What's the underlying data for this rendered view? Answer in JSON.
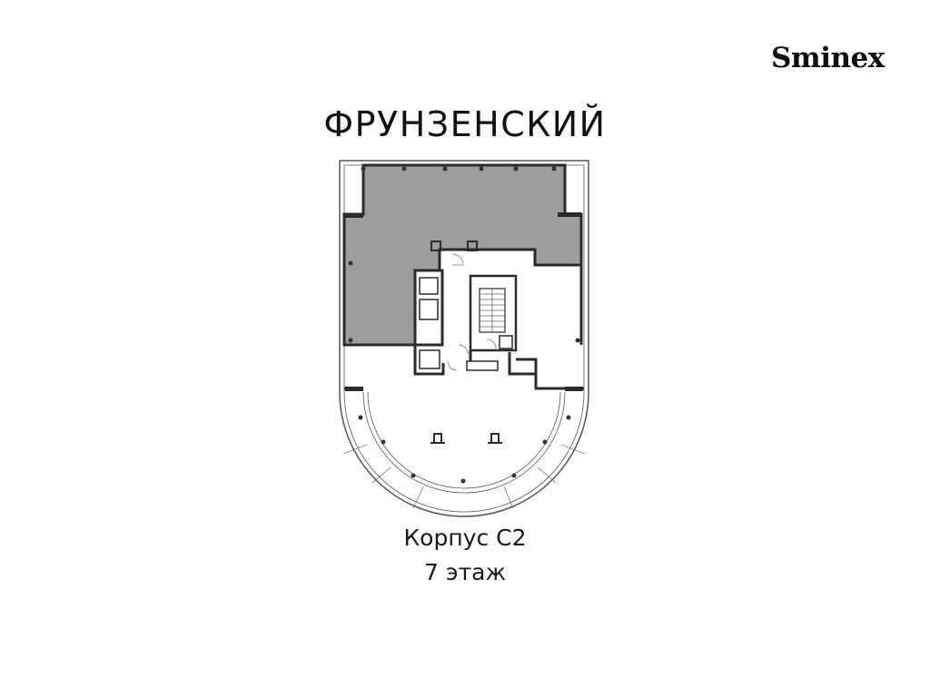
{
  "brand": {
    "name": "Sminex"
  },
  "project": {
    "title": "ФРУНЗЕНСКИЙ"
  },
  "plan": {
    "building": "Корпус С2",
    "floor": "7 этаж",
    "colors": {
      "highlight": "#9d9d9d",
      "wall": "#2b2b2b",
      "outline": "#555555",
      "background": "#ffffff"
    }
  }
}
